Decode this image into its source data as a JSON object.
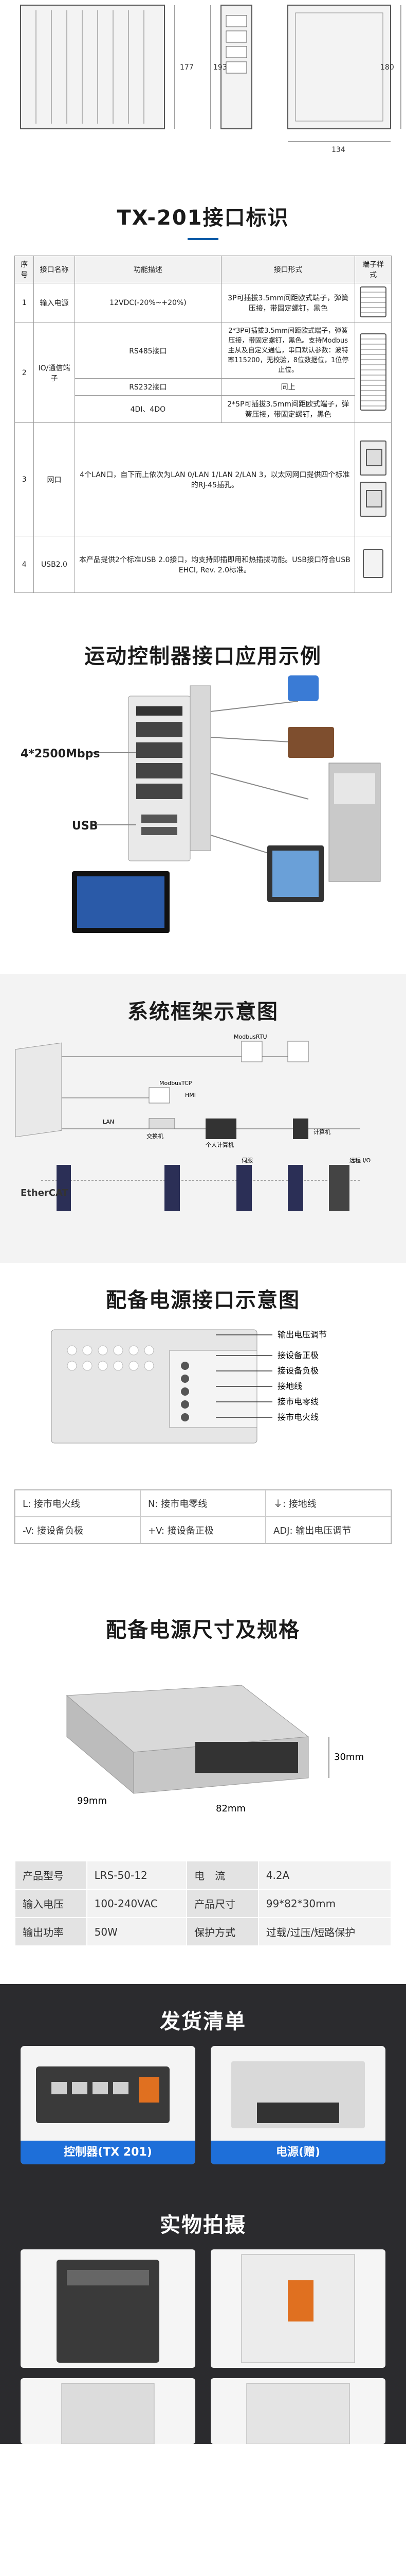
{
  "dimensions": {
    "labels": [
      "177",
      "193",
      "180",
      "134"
    ]
  },
  "interfaces": {
    "title": "TX-201接口标识",
    "headers": [
      "序号",
      "接口名称",
      "功能描述",
      "接口形式",
      "端子样式"
    ],
    "rows": [
      {
        "no": "1",
        "name": "输入电源",
        "func": "12VDC(-20%~+20%)",
        "form": "3P可插拔3.5mm间距欧式端子，弹簧压接，带固定螺钉，黑色"
      },
      {
        "no": "2",
        "name": "IO/通信端子",
        "func": "RS485接口",
        "form": "2*3P可插拔3.5mm间距欧式端子，弹簧压接，带固定螺钉，黑色。支持Modbus主从及自定义通信，串口默认参数：波特率115200，无校验，8位数据位，1位停止位。"
      },
      {
        "no": "",
        "name": "",
        "func": "RS232接口",
        "form": "同上"
      },
      {
        "no": "",
        "name": "",
        "func": "4DI、4DO",
        "form": "2*5P可插拔3.5mm间距欧式端子，弹簧压接，带固定螺钉，黑色"
      },
      {
        "no": "3",
        "name": "网口",
        "func": "",
        "form": "4个LAN口，自下而上依次为LAN 0/LAN 1/LAN 2/LAN 3，以太网网口提供四个标准的RJ-45插孔。"
      },
      {
        "no": "4",
        "name": "USB2.0",
        "func": "",
        "form": "本产品提供2个标准USB 2.0接口，均支持即插即用和热插拔功能。USB接口符合USB EHCI, Rev. 2.0标准。"
      }
    ]
  },
  "application": {
    "title": "运动控制器接口应用示例",
    "lan_label": "4*2500Mbps",
    "usb_label": "USB"
  },
  "framework": {
    "title": "系统框架示意图",
    "labels": [
      "ModbusRTU",
      "ModbusTCP",
      "HMI",
      "交换机",
      "个人计算机",
      "伺服",
      "计算机",
      "远程 I/O",
      "LAN",
      "EtherCAT"
    ]
  },
  "power_interface": {
    "title": "配备电源接口示意图",
    "callouts": [
      "输出电压调节",
      "接设备正极",
      "接设备负极",
      "接地线",
      "接市电零线",
      "接市电火线"
    ],
    "pins": [
      "L: 接市电火线",
      "N: 接市电零线",
      "⏚: 接地线",
      "-V: 接设备负极",
      "+V: 接设备正极",
      "ADJ: 输出电压调节"
    ]
  },
  "power_size": {
    "title": "配备电源尺寸及规格",
    "dims": [
      "30mm",
      "99mm",
      "82mm"
    ],
    "specs": [
      [
        "产品型号",
        "LRS-50-12",
        "电　流",
        "4.2A"
      ],
      [
        "输入电压",
        "100-240VAC",
        "产品尺寸",
        "99*82*30mm"
      ],
      [
        "输出功率",
        "50W",
        "保护方式",
        "过载/过压/短路保护"
      ]
    ]
  },
  "packing": {
    "title": "发货清单",
    "items": [
      "控制器(TX 201)",
      "电源(赠)"
    ]
  },
  "shots": {
    "title": "实物拍摄"
  },
  "colors": {
    "accent": "#1e6fd9",
    "dark_bg": "#2b2b2e",
    "light_bg": "#f4f4f4"
  }
}
